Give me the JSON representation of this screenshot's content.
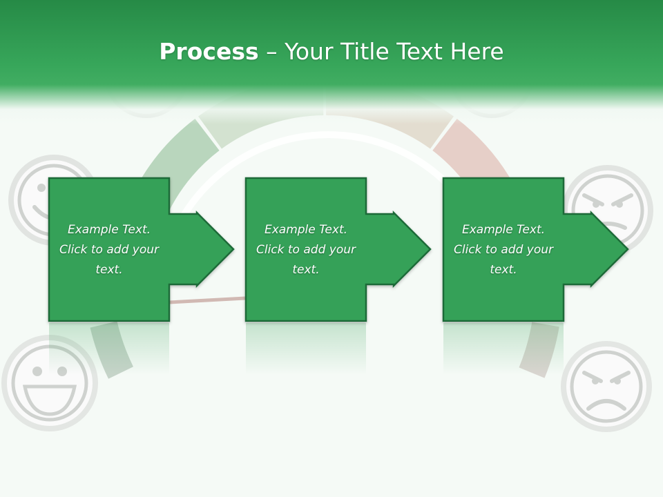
{
  "title": {
    "bold": "Process",
    "rest": " – Your Title Text Here"
  },
  "steps": [
    {
      "text": "Example Text. Click  to add your text."
    },
    {
      "text": "Example Text. Click  to add your text."
    },
    {
      "text": "Example Text. Click  to add your text."
    }
  ],
  "colors": {
    "header": "#37a65a",
    "box_fill": "#36a158",
    "box_border": "#1f6b38",
    "background": "#f5faf6"
  },
  "icons": [
    "smiley-face-icon",
    "laughing-face-icon",
    "angry-face-icon",
    "frowning-face-icon"
  ]
}
